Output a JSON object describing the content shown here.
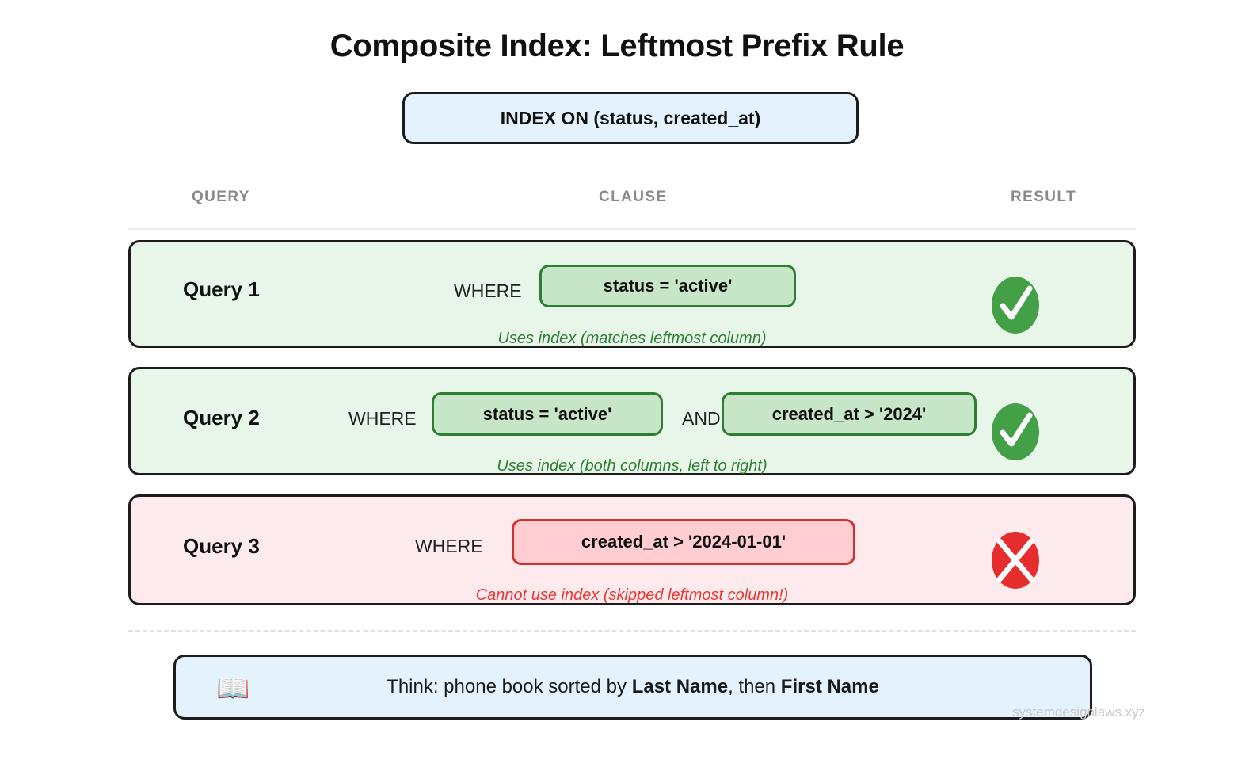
{
  "title": "Composite Index: Leftmost Prefix Rule",
  "index_badge": {
    "label": "INDEX ON (status, created_at)",
    "fill": "#e3f2fd",
    "border": "#1c1c1c"
  },
  "columns": {
    "query": "QUERY",
    "clause": "CLAUSE",
    "result": "RESULT"
  },
  "rows": [
    {
      "label": "Query 1",
      "keyword_where": "WHERE",
      "clause1": "status = 'active'",
      "keyword_and": "",
      "clause2": "",
      "caption": "Uses index (matches leftmost column)",
      "result_icon": "check-circle-icon",
      "status": "ok",
      "row_fill": "#e8f5e9",
      "chip_fill": "#c7e6c8",
      "chip_border": "#2e7d32",
      "caption_color": "#2e7d32"
    },
    {
      "label": "Query 2",
      "keyword_where": "WHERE",
      "clause1": "status = 'active'",
      "keyword_and": "AND",
      "clause2": "created_at > '2024'",
      "caption": "Uses index (both columns, left to right)",
      "result_icon": "check-circle-icon",
      "status": "ok",
      "row_fill": "#e8f5e9",
      "chip_fill": "#c7e6c8",
      "chip_border": "#2e7d32",
      "caption_color": "#2e7d32"
    },
    {
      "label": "Query 3",
      "keyword_where": "WHERE",
      "clause1": "created_at > '2024-01-01'",
      "keyword_and": "",
      "clause2": "",
      "caption": "Cannot use index (skipped leftmost column!)",
      "result_icon": "cross-circle-icon",
      "status": "bad",
      "row_fill": "#fdeaec",
      "chip_fill": "#ffcdd2",
      "chip_border": "#d32f2f",
      "caption_color": "#e53935"
    }
  ],
  "footer": {
    "icon": "📖",
    "text_prefix": "Think: phone book sorted by ",
    "bold1": "Last Name",
    "text_middle": ", then ",
    "bold2": "First Name"
  },
  "watermark": "systemdesignlaws.xyz",
  "colors": {
    "success": "#43a047",
    "danger": "#e53935",
    "outline": "#1c1c1c",
    "header_text": "#8a8a8a"
  }
}
